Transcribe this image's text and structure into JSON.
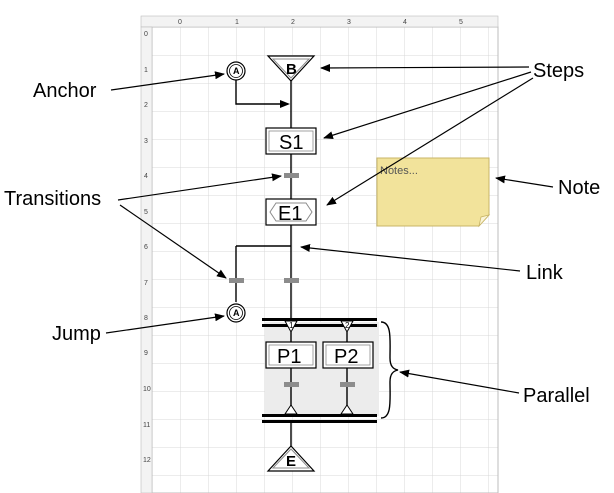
{
  "ruler": {
    "top": [
      "0",
      "1",
      "2",
      "3",
      "4",
      "5"
    ],
    "left": [
      "0",
      "1",
      "2",
      "3",
      "4",
      "5",
      "6",
      "7",
      "8",
      "9",
      "10",
      "11",
      "12"
    ]
  },
  "callouts": {
    "anchor": "Anchor",
    "steps": "Steps",
    "transitions": "Transitions",
    "note": "Note",
    "link": "Link",
    "jump": "Jump",
    "parallel": "Parallel"
  },
  "diagram": {
    "begin_label": "B",
    "step_s1": "S1",
    "step_e1": "E1",
    "step_p1": "P1",
    "step_p2": "P2",
    "end_label": "E",
    "anchor_label": "A",
    "jump_label": "A",
    "branch_1": "1",
    "branch_2": "2",
    "note_text": "Notes..."
  },
  "colors": {
    "grid": "#d9d9d9",
    "note_fill": "#f2e39b",
    "note_border": "#c8b567",
    "transition": "#8c8c8c",
    "parallel_shade": "#ececec"
  }
}
